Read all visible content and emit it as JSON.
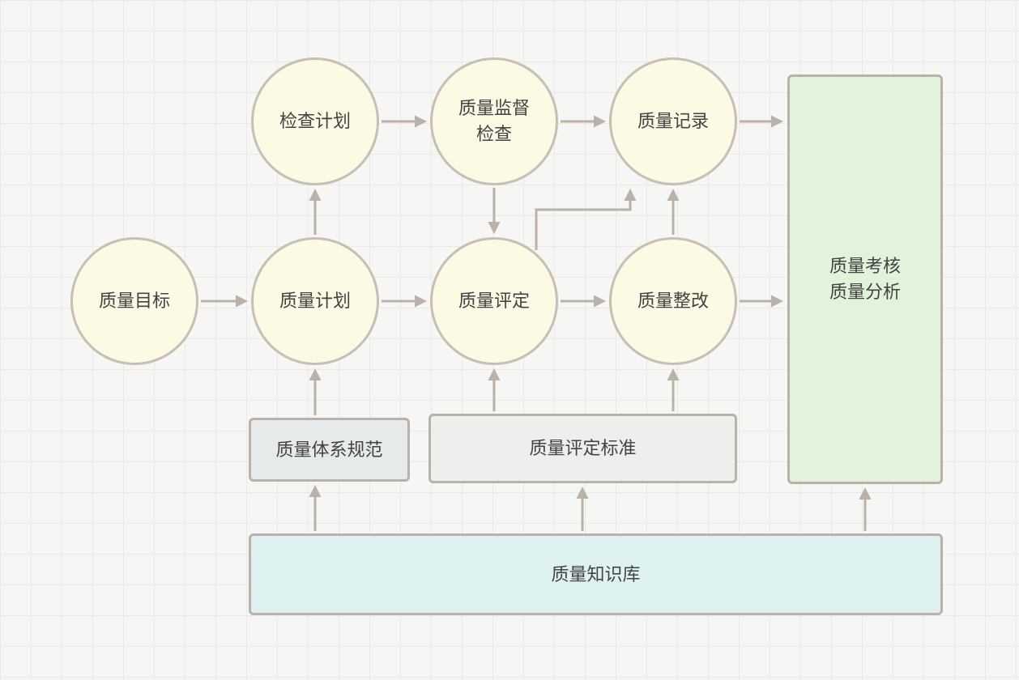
{
  "diagram": {
    "type": "flowchart",
    "language": "zh-CN",
    "nodes": {
      "quality_objective": {
        "label": "质量目标",
        "shape": "circle"
      },
      "quality_plan": {
        "label": "质量计划",
        "shape": "circle"
      },
      "inspection_plan": {
        "label": "检查计划",
        "shape": "circle"
      },
      "quality_supervision_inspection": {
        "label": "质量监督\n检查",
        "shape": "circle"
      },
      "quality_record": {
        "label": "质量记录",
        "shape": "circle"
      },
      "quality_assessment": {
        "label": "质量评定",
        "shape": "circle"
      },
      "quality_rectification": {
        "label": "质量整改",
        "shape": "circle"
      },
      "quality_review_analysis": {
        "label": "质量考核\n质量分析",
        "shape": "rect"
      },
      "quality_system_specification": {
        "label": "质量体系规范",
        "shape": "rect"
      },
      "quality_assessment_standard": {
        "label": "质量评定标准",
        "shape": "rect"
      },
      "quality_knowledge_base": {
        "label": "质量知识库",
        "shape": "rect"
      }
    },
    "edges": [
      {
        "from": "quality_objective",
        "to": "quality_plan"
      },
      {
        "from": "quality_plan",
        "to": "quality_assessment"
      },
      {
        "from": "quality_assessment",
        "to": "quality_rectification"
      },
      {
        "from": "quality_rectification",
        "to": "quality_review_analysis"
      },
      {
        "from": "quality_plan",
        "to": "inspection_plan"
      },
      {
        "from": "inspection_plan",
        "to": "quality_supervision_inspection"
      },
      {
        "from": "quality_supervision_inspection",
        "to": "quality_record"
      },
      {
        "from": "quality_record",
        "to": "quality_review_analysis"
      },
      {
        "from": "quality_supervision_inspection",
        "to": "quality_assessment"
      },
      {
        "from": "quality_assessment",
        "to": "quality_record"
      },
      {
        "from": "quality_rectification",
        "to": "quality_record"
      },
      {
        "from": "quality_system_specification",
        "to": "quality_plan"
      },
      {
        "from": "quality_assessment_standard",
        "to": "quality_assessment"
      },
      {
        "from": "quality_assessment_standard",
        "to": "quality_rectification"
      },
      {
        "from": "quality_knowledge_base",
        "to": "quality_system_specification"
      },
      {
        "from": "quality_knowledge_base",
        "to": "quality_assessment_standard"
      },
      {
        "from": "quality_knowledge_base",
        "to": "quality_review_analysis"
      }
    ],
    "colors": {
      "background": "#f6f6f4",
      "grid_line": "#e9e9e6",
      "circle_fill": "#fcf9e5",
      "circle_border": "#c7beb4",
      "rect_border": "#bab1a8",
      "green_fill": "#e1f3da",
      "gray1_fill": "#e7eaea",
      "gray2_fill": "#eeeeec",
      "blue_fill": "#def1f1",
      "arrow_color": "#bab1a8",
      "text_color": "#434343"
    }
  }
}
